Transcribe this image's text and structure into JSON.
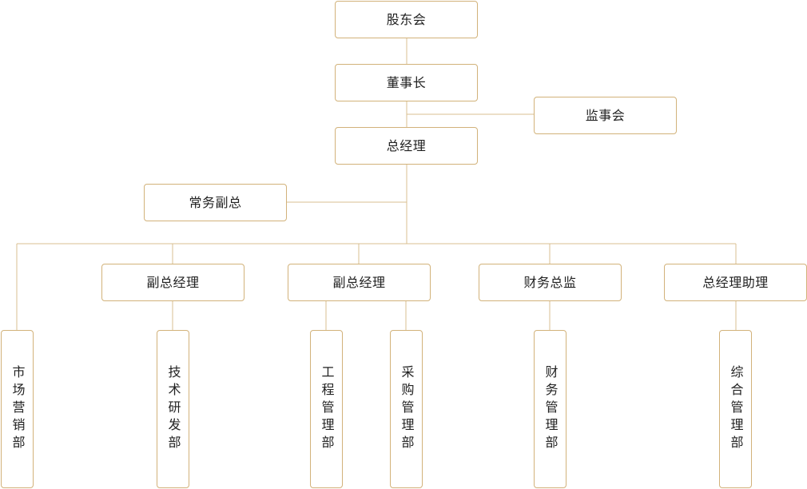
{
  "org": {
    "shareholders": "股东会",
    "chairman": "董事长",
    "supervisors": "监事会",
    "gm": "总经理",
    "exec_vp": "常务副总",
    "vp_1": "副总经理",
    "vp_2": "副总经理",
    "cfo": "财务总监",
    "gm_assistant": "总经理助理",
    "marketing": "市场营销部",
    "tech_rd": "技术研发部",
    "engineering": "工程管理部",
    "procurement": "采购管理部",
    "finance": "财务管理部",
    "general_admin": "综合管理部"
  },
  "colors": {
    "border": "#d2b27a",
    "line": "#d9bf91",
    "text": "#222222"
  }
}
